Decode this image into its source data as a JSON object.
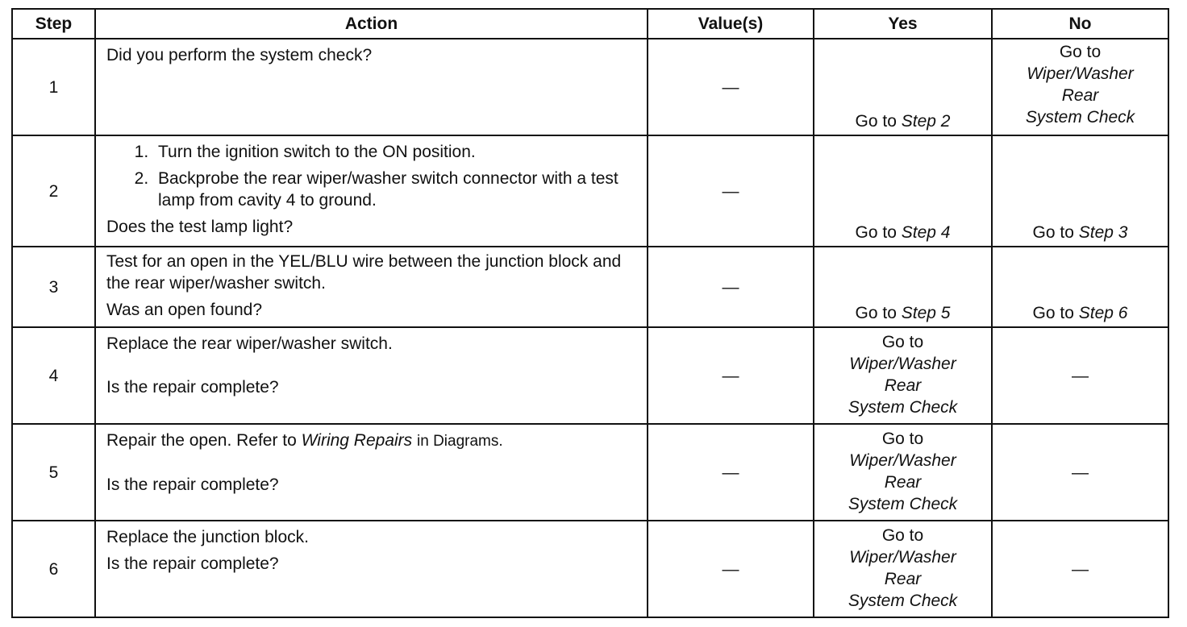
{
  "headers": {
    "step": "Step",
    "action": "Action",
    "values": "Value(s)",
    "yes": "Yes",
    "no": "No"
  },
  "dash": "—",
  "rows": [
    {
      "step": "1",
      "action": "Did you perform the system check?",
      "value": "—",
      "yes_prefix": "Go to",
      "yes_ref": "Step 2",
      "no_prefix": "Go to",
      "no_ref_1": "Wiper/Washer",
      "no_ref_2": "Rear",
      "no_ref_3": "System Check"
    },
    {
      "step": "2",
      "items": [
        "Turn the ignition switch to the ON position.",
        "Backprobe the rear wiper/washer switch connector with a test lamp from cavity 4 to ground."
      ],
      "question": "Does the test lamp light?",
      "value": "—",
      "yes_prefix": "Go to",
      "yes_ref": "Step 4",
      "no_prefix": "Go to",
      "no_ref": "Step 3"
    },
    {
      "step": "3",
      "action": "Test for an open in the YEL/BLU wire between the junction block and the rear wiper/washer switch.",
      "question": "Was an open found?",
      "value": "—",
      "yes_prefix": "Go to",
      "yes_ref": "Step 5",
      "no_prefix": "Go to",
      "no_ref": "Step 6"
    },
    {
      "step": "4",
      "action": "Replace the rear wiper/washer switch.",
      "question": "Is the repair complete?",
      "value": "—",
      "yes_prefix": "Go to",
      "yes_ref_1": "Wiper/Washer",
      "yes_ref_2": "Rear",
      "yes_ref_3": "System Check",
      "no": "—"
    },
    {
      "step": "5",
      "action_prefix": "Repair the open. Refer to",
      "action_ref": "Wiring Repairs",
      "action_suffix": "in Diagrams.",
      "question": "Is the repair complete?",
      "value": "—",
      "yes_prefix": "Go to",
      "yes_ref_1": "Wiper/Washer",
      "yes_ref_2": "Rear",
      "yes_ref_3": "System Check",
      "no": "—"
    },
    {
      "step": "6",
      "action": "Replace the junction block.",
      "question": "Is the repair complete?",
      "value": "—",
      "yes_prefix": "Go to",
      "yes_ref_1": "Wiper/Washer",
      "yes_ref_2": "Rear",
      "yes_ref_3": "System Check",
      "no": "—"
    }
  ]
}
